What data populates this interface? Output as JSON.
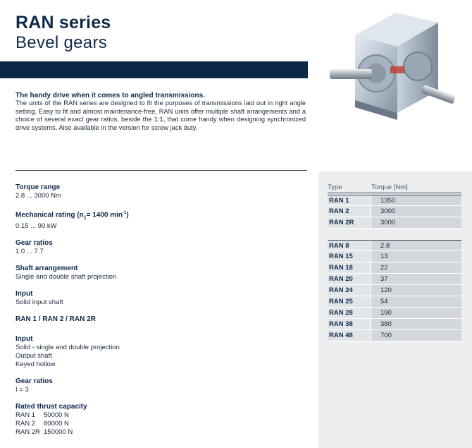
{
  "header": {
    "title": "RAN series",
    "subtitle": "Bevel gears"
  },
  "intro": {
    "heading": "The handy drive when it comes to angled transmissions.",
    "text": "The units of the RAN series are designed to fit the purposes of transmissions laid out in right angle setting. Easy to fit and almost maintenance-free, RAN units offer multiple shaft arrangements and a choice of several exact gear ratios, beside the 1:1, that come handy when designing synchronized drive systems. Also available in the version for screw jack duty."
  },
  "specs": {
    "torque_range": {
      "label": "Torque range",
      "value": "2.8 ... 3000 Nm"
    },
    "mechanical_rating": {
      "label_pre": "Mechanical rating (n",
      "label_sub": "1",
      "label_mid": "= 1400 min",
      "label_sup": "-1",
      "label_post": ")",
      "value": "0.15 ... 90 kW"
    },
    "gear_ratios": {
      "label": "Gear ratios",
      "value": "1.0 ... 7.7"
    },
    "shaft_arrangement": {
      "label": "Shaft arrangement",
      "value": "Single and double shaft projection"
    },
    "input": {
      "label": "Input",
      "value": "Solid input shaft"
    },
    "models_heading": "RAN 1 / RAN 2 / RAN 2R",
    "input2": {
      "label": "Input",
      "lines": [
        "Solid - single and double projection",
        "Output shaft",
        "Keyed hollow"
      ]
    },
    "gear_ratios2": {
      "label": "Gear ratios",
      "value": "I = 3"
    },
    "thrust": {
      "label": "Rated thrust capacity",
      "rows": [
        {
          "model": "RAN 1",
          "value": "50000 N"
        },
        {
          "model": "RAN 2",
          "value": "80000 N"
        },
        {
          "model": "RAN 2R",
          "value": "150000 N"
        }
      ]
    }
  },
  "table": {
    "headers": {
      "type": "Type",
      "torque": "Torque [Nm]"
    },
    "group1": [
      {
        "type": "RAN 1",
        "torque": "1350"
      },
      {
        "type": "RAN 2",
        "torque": "3000"
      },
      {
        "type": "RAN 2R",
        "torque": "3000"
      }
    ],
    "group2": [
      {
        "type": "RAN 8",
        "torque": "2.8"
      },
      {
        "type": "RAN 15",
        "torque": "13"
      },
      {
        "type": "RAN 18",
        "torque": "22"
      },
      {
        "type": "RAN 20",
        "torque": "37"
      },
      {
        "type": "RAN 24",
        "torque": "120"
      },
      {
        "type": "RAN 25",
        "torque": "54"
      },
      {
        "type": "RAN 28",
        "torque": "190"
      },
      {
        "type": "RAN 38",
        "torque": "380"
      },
      {
        "type": "RAN 48",
        "torque": "700"
      }
    ]
  },
  "colors": {
    "navy": "#0e2848",
    "panel": "#eceef0"
  }
}
